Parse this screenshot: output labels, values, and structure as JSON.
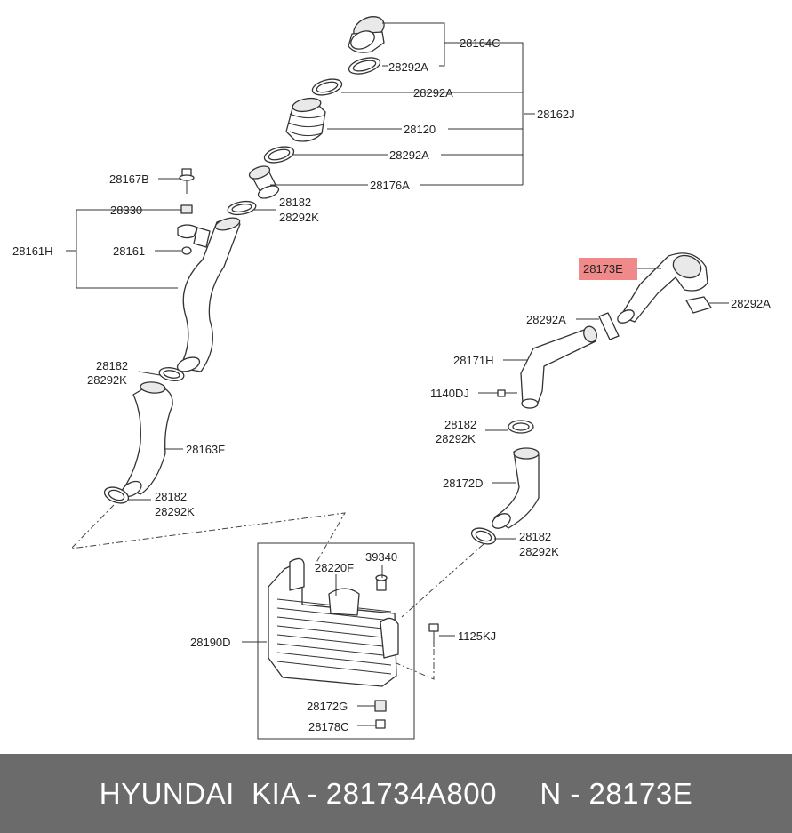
{
  "callouts": {
    "c28164C": "28164C",
    "c28292A_1": "28292A",
    "c28292A_2": "28292A",
    "c28120": "28120",
    "c28162J": "28162J",
    "c28292A_3": "28292A",
    "c28176A": "28176A",
    "c28167B": "28167B",
    "c28182_1": "28182",
    "c28292K_1": "28292K",
    "c28330": "28330",
    "c28161H": "28161H",
    "c28161": "28161",
    "c28173E": "28173E",
    "c28292A_4": "28292A",
    "c28292A_5": "28292A",
    "c28171H": "28171H",
    "c1140DJ": "1140DJ",
    "c28182_2": "28182",
    "c28292K_2": "28292K",
    "c28182_3": "28182",
    "c28292K_3": "28292K",
    "c28163F": "28163F",
    "c28172D": "28172D",
    "c28182_4": "28182",
    "c28292K_4": "28292K",
    "c28182_5": "28182",
    "c28292K_5": "28292K",
    "c28220F": "28220F",
    "c39340": "39340",
    "c28190D": "28190D",
    "c1125KJ": "1125KJ",
    "c28172G": "28172G",
    "c28178C": "28178C"
  },
  "highlight_color": "#f08a8a",
  "footer": {
    "text": "HYUNDAI  KIA - 281734A800     N - 28173E"
  }
}
